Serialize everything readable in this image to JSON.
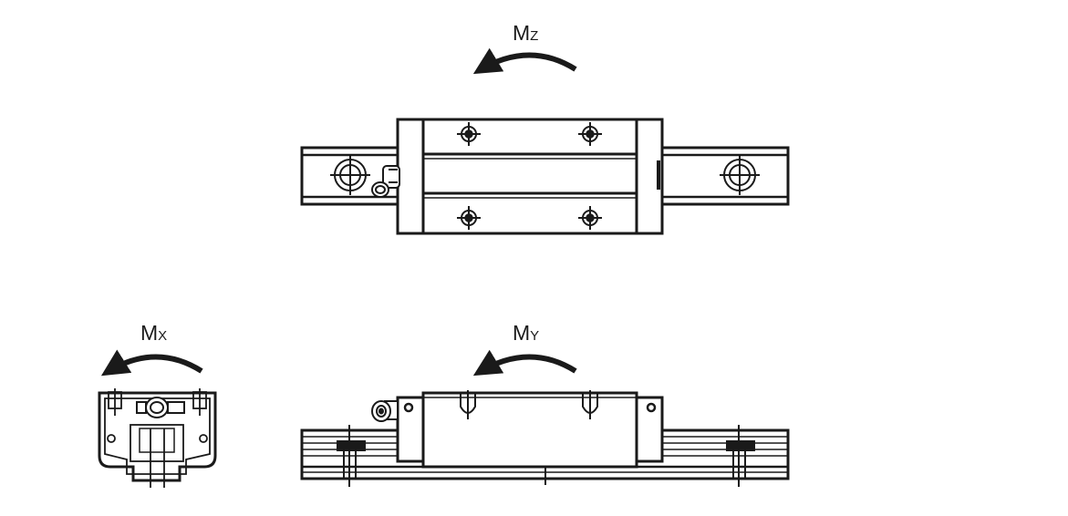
{
  "moments": {
    "mz": {
      "main": "M",
      "sub": "Z"
    },
    "mx": {
      "main": "M",
      "sub": "X"
    },
    "my": {
      "main": "M",
      "sub": "Y"
    }
  },
  "colors": {
    "line": "#1a1a1a",
    "background": "#ffffff"
  }
}
